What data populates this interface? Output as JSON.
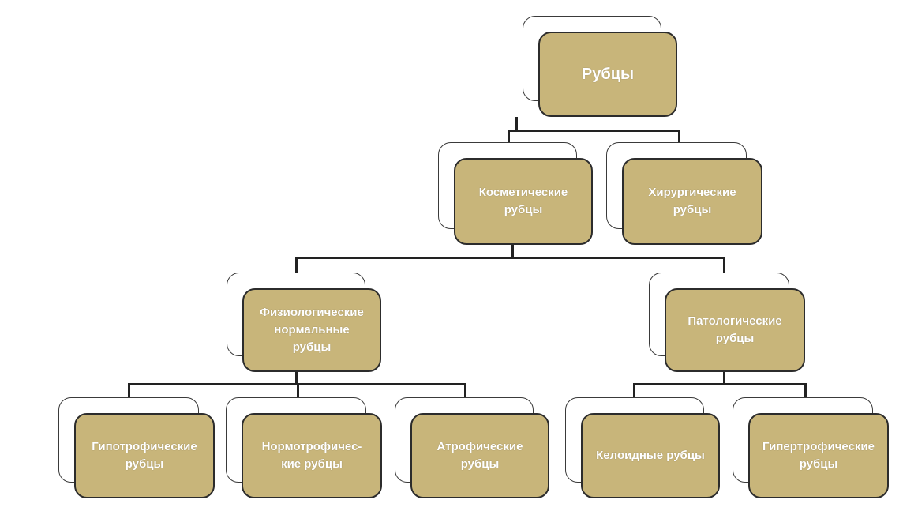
{
  "diagram": {
    "root": {
      "label": "Рубцы"
    },
    "cosmetic": {
      "label": "Косметические\nрубцы"
    },
    "surgical": {
      "label": "Хирургические\nрубцы"
    },
    "physiological": {
      "label": "Физиологические\nнормальные\nрубцы"
    },
    "pathological": {
      "label": "Патологические\nрубцы"
    },
    "hypotrophic": {
      "label": "Гипотрофические\nрубцы"
    },
    "normotrophic": {
      "label": "Нормотрофичес-\nкие рубцы"
    },
    "atrophic": {
      "label": "Атрофические\nрубцы"
    },
    "keloid": {
      "label": "Келоидные рубцы"
    },
    "hypertrophic": {
      "label": "Гипертрофические\nрубцы"
    }
  },
  "colors": {
    "box_fill": "#c8b57a",
    "box_border": "#2c2c2c",
    "connector": "#222222",
    "label_text": "#ffffff"
  }
}
